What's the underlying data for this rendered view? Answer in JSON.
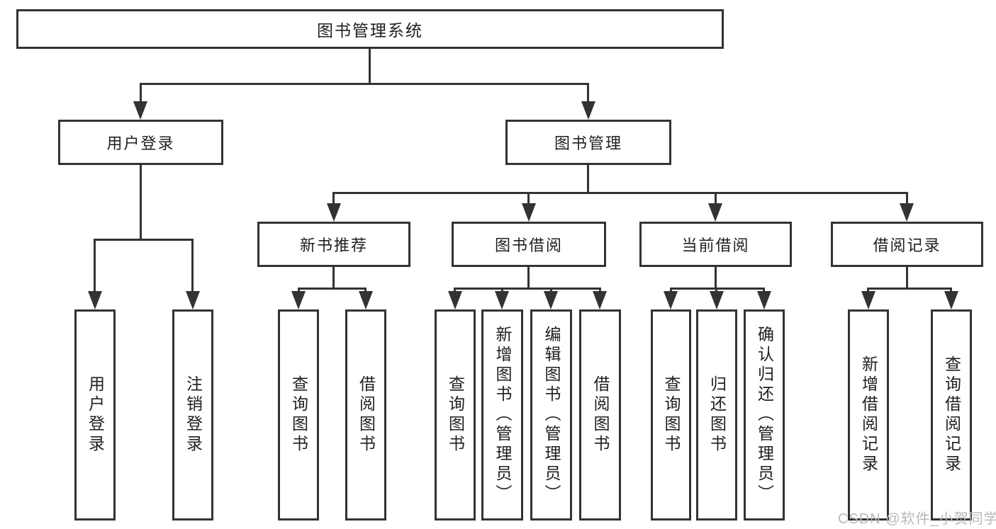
{
  "diagram_title": "图书管理系统",
  "colors": {
    "line": "#333333",
    "text": "#1f1f1f",
    "watermark": "#b9b9b9",
    "background": "#ffffff"
  },
  "watermark": {
    "text": "CSDN @软件_小贺同学"
  },
  "nodes": {
    "root": {
      "label": "图书管理系统"
    },
    "user_login": {
      "label": "用户登录"
    },
    "book_mgmt": {
      "label": "图书管理"
    },
    "new_book_rec": {
      "label": "新书推荐"
    },
    "book_borrow": {
      "label": "图书借阅"
    },
    "current_borrow": {
      "label": "当前借阅"
    },
    "borrow_records": {
      "label": "借阅记录"
    },
    "login_leaf": {
      "label": "用户登录"
    },
    "logout_leaf": {
      "label": "注销登录"
    },
    "rec_query": {
      "label": "查询图书"
    },
    "rec_borrow": {
      "label": "借阅图书"
    },
    "bb_query": {
      "label": "查询图书"
    },
    "bb_add": {
      "label": "新增图书（管理员）"
    },
    "bb_edit": {
      "label": "编辑图书（管理员）"
    },
    "bb_borrow": {
      "label": "借阅图书"
    },
    "cb_query": {
      "label": "查询图书"
    },
    "cb_return": {
      "label": "归还图书"
    },
    "cb_confirm": {
      "label": "确认归还（管理员）"
    },
    "br_add": {
      "label": "新增借阅记录"
    },
    "br_query": {
      "label": "查询借阅记录"
    }
  },
  "structure": {
    "root": "图书管理系统",
    "children": [
      {
        "label": "用户登录",
        "children": [
          "用户登录",
          "注销登录"
        ]
      },
      {
        "label": "图书管理",
        "children": [
          {
            "label": "新书推荐",
            "children": [
              "查询图书",
              "借阅图书"
            ]
          },
          {
            "label": "图书借阅",
            "children": [
              "查询图书",
              "新增图书（管理员）",
              "编辑图书（管理员）",
              "借阅图书"
            ]
          },
          {
            "label": "当前借阅",
            "children": [
              "查询图书",
              "归还图书",
              "确认归还（管理员）"
            ]
          },
          {
            "label": "借阅记录",
            "children": [
              "新增借阅记录",
              "查询借阅记录"
            ]
          }
        ]
      }
    ]
  }
}
